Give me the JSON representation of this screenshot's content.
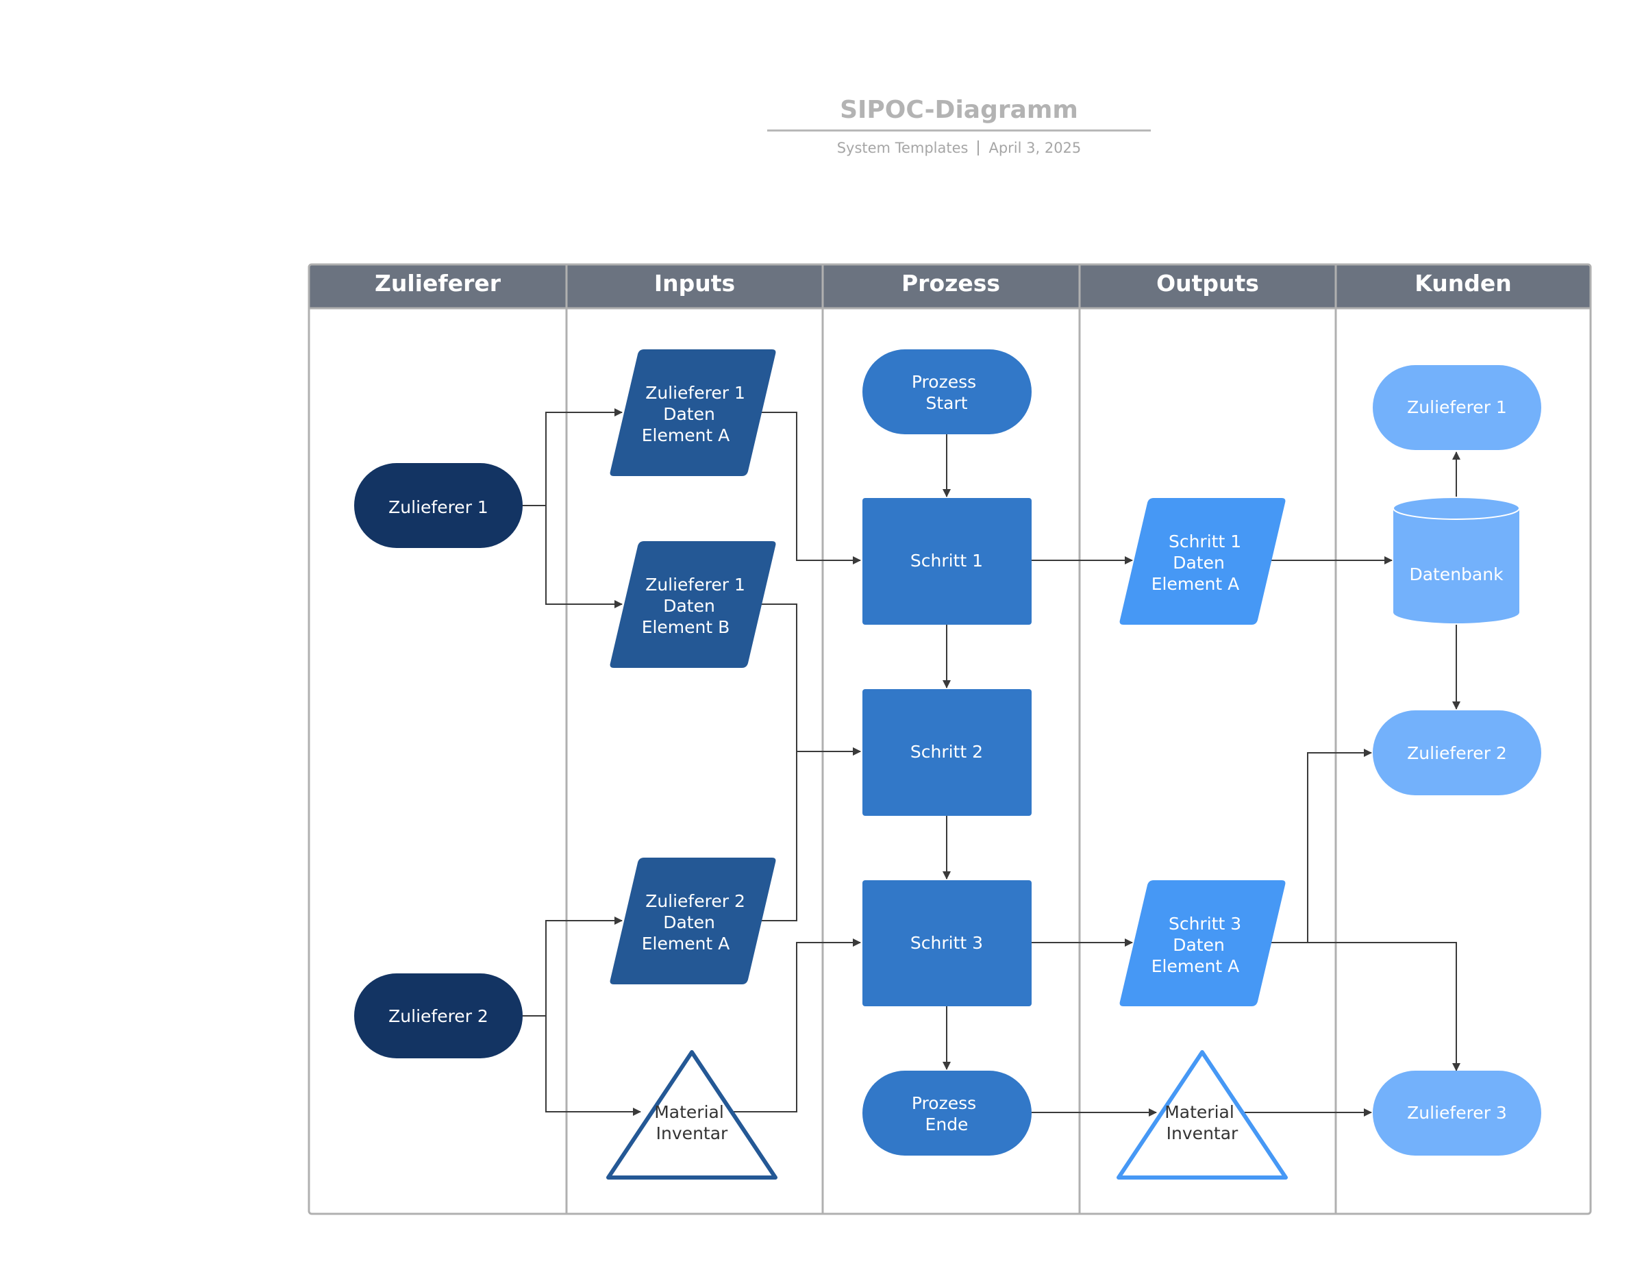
{
  "header": {
    "title": "SIPOC-Diagramm",
    "author": "System Templates",
    "date": "April 3, 2025"
  },
  "columns": [
    "Zulieferer",
    "Inputs",
    "Prozess",
    "Outputs",
    "Kunden"
  ],
  "nodes": {
    "supplier1": "Zulieferer 1",
    "supplier2": "Zulieferer 2",
    "input1": [
      "Zulieferer 1",
      "Daten",
      "Element A"
    ],
    "input2": [
      "Zulieferer 1",
      "Daten",
      "Element B"
    ],
    "input3": [
      "Zulieferer 2",
      "Daten",
      "Element A"
    ],
    "input4": [
      "Material",
      "Inventar"
    ],
    "proc_start": [
      "Prozess",
      "Start"
    ],
    "step1": "Schritt 1",
    "step2": "Schritt 2",
    "step3": "Schritt 3",
    "proc_end": [
      "Prozess",
      "Ende"
    ],
    "output1": [
      "Schritt 1",
      "Daten",
      "Element A"
    ],
    "output2": [
      "Schritt 3",
      "Daten",
      "Element A"
    ],
    "output3": [
      "Material",
      "Inventar"
    ],
    "cust1": "Zulieferer 1",
    "database": "Datenbank",
    "cust2": "Zulieferer 2",
    "cust3": "Zulieferer 3"
  },
  "colors": {
    "header_bg": "#6b7380",
    "supplier": "#133463",
    "input": "#245895",
    "process": "#3278c8",
    "output": "#4698f5",
    "customer": "#73b1fb",
    "border": "#b0b0b0",
    "connector": "#3a3a3a"
  }
}
